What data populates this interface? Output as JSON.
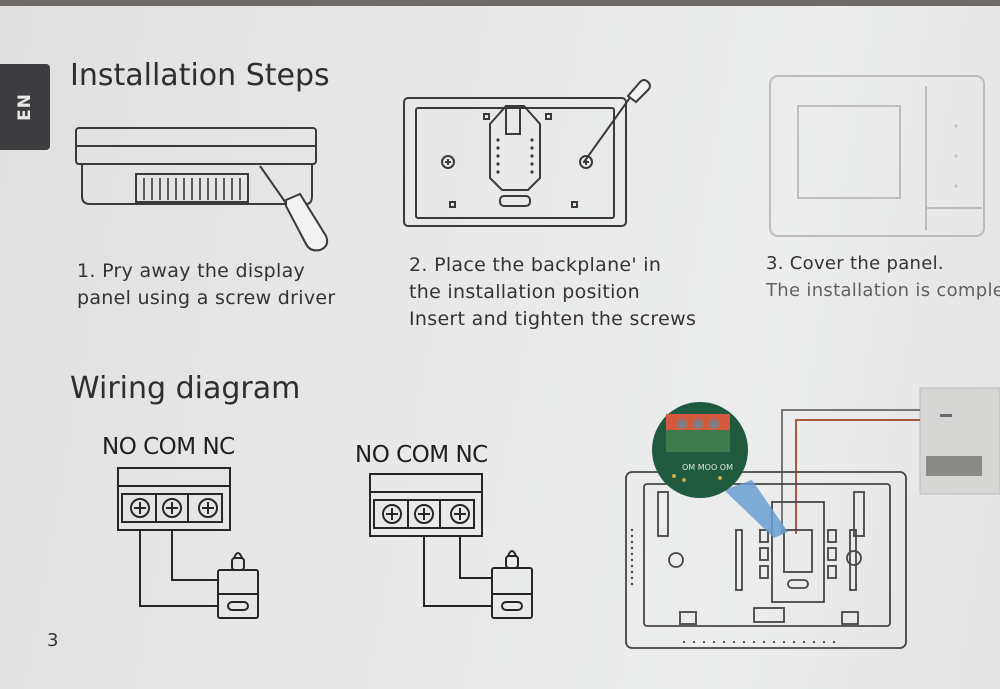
{
  "sidebar": {
    "language_tab": "EN"
  },
  "installation": {
    "title": "Installation Steps",
    "steps": [
      {
        "lines": [
          "1. Pry away the display",
          "panel using a screw driver"
        ]
      },
      {
        "lines": [
          "2. Place the backplane' in",
          "the installation position",
          "Insert and tighten the screws"
        ]
      },
      {
        "lines": [
          "3. Cover the panel.",
          "The installation is comple"
        ]
      }
    ]
  },
  "wiring": {
    "title": "Wiring diagram",
    "diagram_1": {
      "terminals_label": "NO COM NC"
    },
    "diagram_2": {
      "terminals_label": "NO COM NC"
    },
    "board_terminal_print": "OM MOO OM"
  },
  "footer": {
    "page_number": "3"
  }
}
